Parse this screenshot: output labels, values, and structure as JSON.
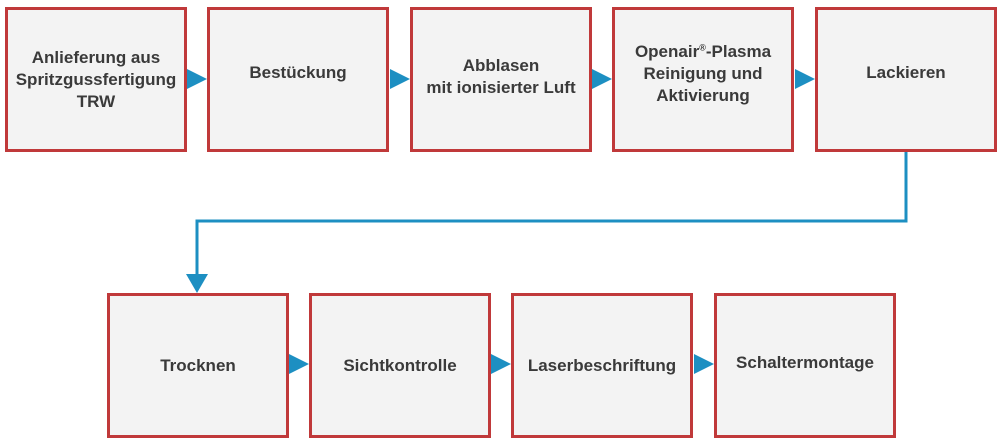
{
  "colors": {
    "box_border": "#c0393a",
    "box_fill": "#f3f3f3",
    "arrow": "#1d8fc2",
    "text": "#3a3a3a"
  },
  "steps": [
    {
      "line1": "Anlieferung aus",
      "line2": "Spritzgussfertigung",
      "line3": "TRW"
    },
    {
      "line1": "Bestückung"
    },
    {
      "line1": "Abblasen",
      "line2": "mit ionisierter Luft"
    },
    {
      "line1_a": "Openair",
      "line1_sup": "®",
      "line1_b": "-Plasma",
      "line2": "Reinigung und",
      "line3": "Aktivierung"
    },
    {
      "line1": "Lackieren"
    },
    {
      "line1": "Trocknen"
    },
    {
      "line1": "Sichtkontrolle"
    },
    {
      "line1": "Laserbeschriftung"
    },
    {
      "line1": "Schaltermontage"
    }
  ]
}
